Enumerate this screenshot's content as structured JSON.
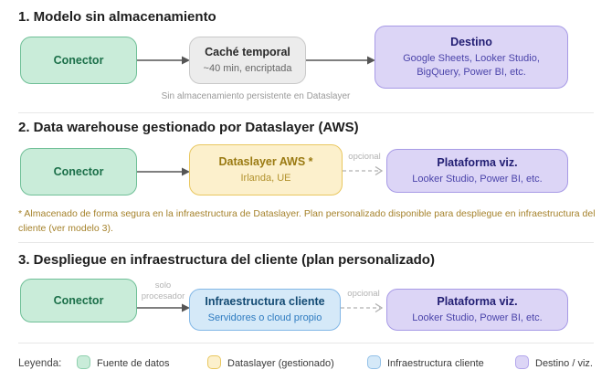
{
  "sections": [
    {
      "title": "1. Modelo sin almacenamiento",
      "nodes": {
        "conector": {
          "title": "Conector"
        },
        "cache": {
          "title": "Caché temporal",
          "subtitle": "~40 min, encriptada"
        },
        "destino": {
          "title": "Destino",
          "subtitle": "Google Sheets, Looker Studio, BigQuery, Power BI, etc."
        }
      },
      "caption": "Sin almacenamiento persistente en Dataslayer"
    },
    {
      "title": "2. Data warehouse gestionado por Dataslayer (AWS)",
      "nodes": {
        "conector": {
          "title": "Conector"
        },
        "aws": {
          "title": "Dataslayer AWS *",
          "subtitle": "Irlanda, UE"
        },
        "viz": {
          "title": "Plataforma viz.",
          "subtitle": "Looker Studio, Power BI, etc."
        }
      },
      "arrow_label_optional": "opcional",
      "footnote": "* Almacenado de forma segura en la infraestructura de Dataslayer. Plan personalizado disponible para despliegue en infraestructura del cliente (ver modelo 3)."
    },
    {
      "title": "3. Despliegue en infraestructura del cliente (plan personalizado)",
      "nodes": {
        "conector": {
          "title": "Conector"
        },
        "infra": {
          "title": "Infraestructura cliente",
          "subtitle": "Servidores o cloud propio"
        },
        "viz": {
          "title": "Plataforma viz.",
          "subtitle": "Looker Studio, Power BI, etc."
        }
      },
      "arrow_label_processor": "solo procesador",
      "arrow_label_optional": "opcional"
    }
  ],
  "legend": {
    "label": "Leyenda:",
    "items": [
      {
        "label": "Fuente de datos",
        "color": "#c9ecd9"
      },
      {
        "label": "Dataslayer (gestionado)",
        "color": "#fcf0cc"
      },
      {
        "label": "Infraestructura cliente",
        "color": "#d5e9f8"
      },
      {
        "label": "Destino / viz.",
        "color": "#dcd5f6"
      }
    ]
  },
  "colors": {
    "source_fill": "#c9ecd9",
    "source_border": "#6fbf97",
    "cache_fill": "#ececec",
    "cache_border": "#c9c9c9",
    "managed_fill": "#fcf0cc",
    "managed_border": "#e9c75f",
    "client_fill": "#d5e9f8",
    "client_border": "#82b7e6",
    "destination_fill": "#dcd5f6",
    "destination_border": "#a79ae6",
    "solid_arrow": "#555555",
    "dashed_arrow": "#b0b0b0",
    "footnote_text": "#a5822b",
    "caption_text": "#9a9a9a"
  }
}
